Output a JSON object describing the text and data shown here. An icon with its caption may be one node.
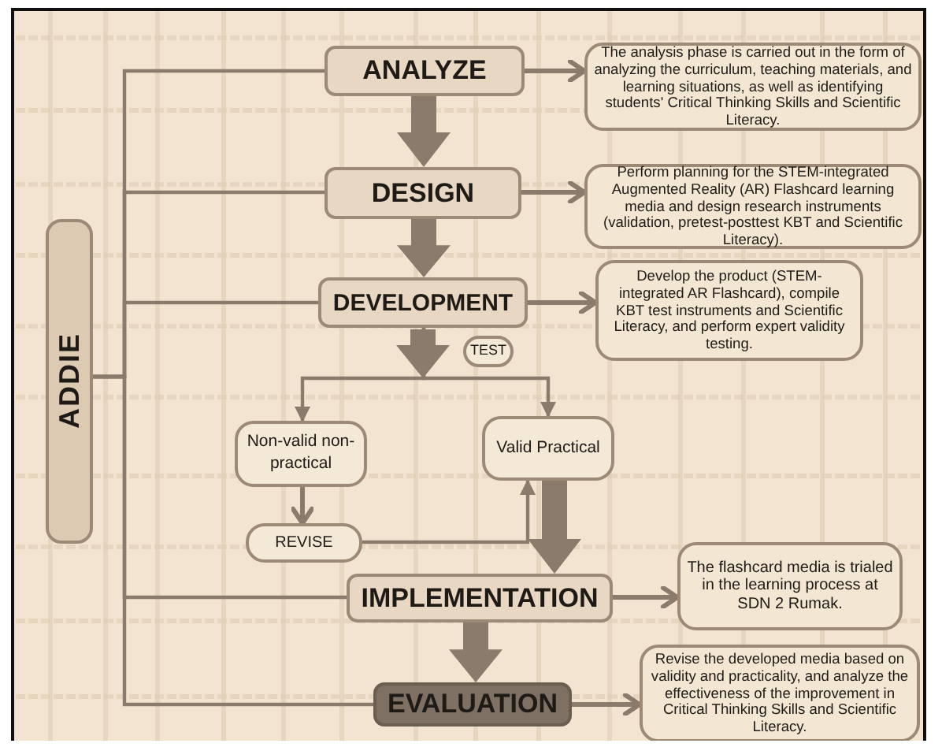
{
  "diagram": {
    "nodes": [
      {
        "text": [
          "ADDIE"
        ]
      },
      {
        "text": [
          "ANALYZE"
        ]
      },
      {
        "text": [
          "The analysis phase is carried out in the form of analyzing the curriculum, teaching materials, and learning situations, as well as identifying students' Critical Thinking Skills and Scientific Literacy."
        ]
      },
      {
        "text": [
          "DESIGN"
        ]
      },
      {
        "text": [
          "Perform planning for the STEM-integrated Augmented Reality (AR) Flashcard learning media and design research instruments (validation, pretest-posttest KBT and Scientific Literacy)."
        ]
      },
      {
        "text": [
          "DEVELOPMENT"
        ]
      },
      {
        "text": [
          "Develop the product (STEM-integrated AR Flashcard), compile KBT test instruments and Scientific Literacy, and perform expert validity testing."
        ]
      },
      {
        "text": [
          "TEST"
        ]
      },
      {
        "text": [
          "Non-valid non-practical"
        ]
      },
      {
        "text": [
          "Valid Practical"
        ]
      },
      {
        "text": [
          "REVISE"
        ]
      },
      {
        "text": [
          "IMPLEMENTATION"
        ]
      },
      {
        "text": [
          "The flashcard media is trialed in the learning process at SDN 2 Rumak."
        ]
      },
      {
        "text": [
          "EVALUATION"
        ]
      },
      {
        "text": [
          "Revise the developed media based on validity and practicality, and analyze the effectiveness of the improvement in Critical Thinking Skills and Scientific Literacy."
        ]
      }
    ],
    "edges": [
      {
        "from": 0,
        "to": 1,
        "arrow": "none"
      },
      {
        "from": 0,
        "to": 3,
        "arrow": "none"
      },
      {
        "from": 0,
        "to": 5,
        "arrow": "none"
      },
      {
        "from": 0,
        "to": 11,
        "arrow": "none"
      },
      {
        "from": 0,
        "to": 13,
        "arrow": "none"
      },
      {
        "from": 1,
        "to": 2,
        "arrow": "to"
      },
      {
        "from": 1,
        "to": 3,
        "arrow": "to",
        "style": "thick"
      },
      {
        "from": 3,
        "to": 4,
        "arrow": "to"
      },
      {
        "from": 3,
        "to": 5,
        "arrow": "to",
        "style": "thick"
      },
      {
        "from": 5,
        "to": 6,
        "arrow": "to"
      },
      {
        "from": 5,
        "to": 8,
        "arrow": "to"
      },
      {
        "from": 5,
        "to": 9,
        "arrow": "to"
      },
      {
        "from": 8,
        "to": 10,
        "arrow": "to"
      },
      {
        "from": 10,
        "to": 9,
        "arrow": "to"
      },
      {
        "from": 9,
        "to": 11,
        "arrow": "to",
        "style": "thick"
      },
      {
        "from": 11,
        "to": 12,
        "arrow": "to"
      },
      {
        "from": 11,
        "to": 13,
        "arrow": "to",
        "style": "thick"
      },
      {
        "from": 13,
        "to": 14,
        "arrow": "to"
      }
    ]
  }
}
